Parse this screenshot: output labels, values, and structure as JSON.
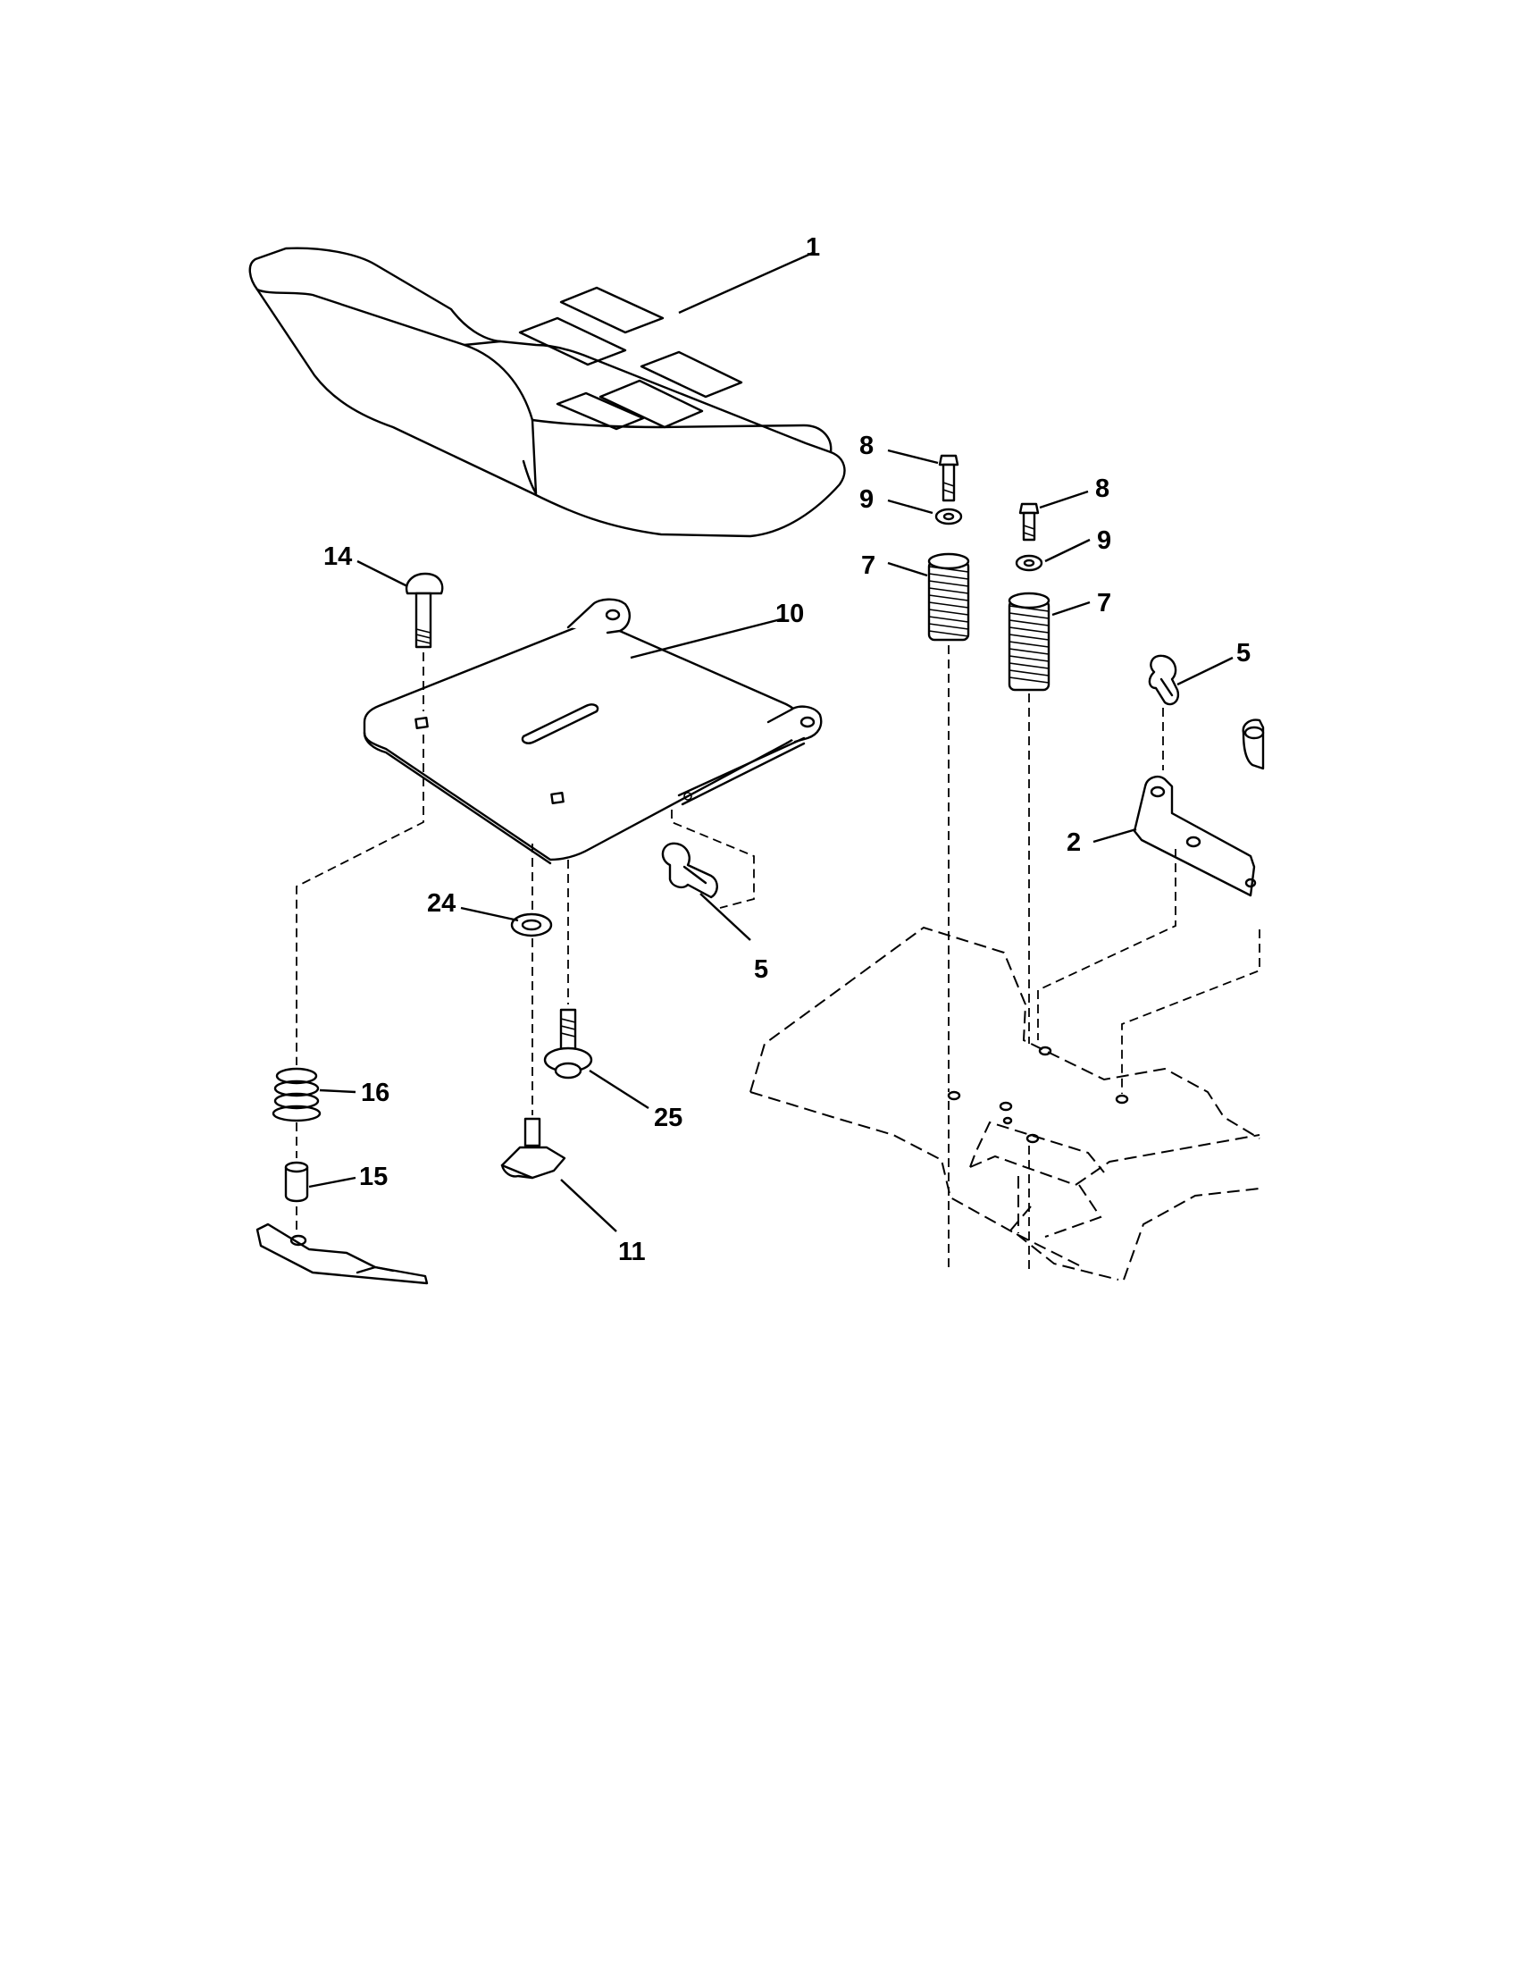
{
  "diagram": {
    "callouts": [
      {
        "id": "c-1",
        "text": "1"
      },
      {
        "id": "c-10",
        "text": "10"
      },
      {
        "id": "c-14",
        "text": "14"
      },
      {
        "id": "c-24",
        "text": "24"
      },
      {
        "id": "c-25",
        "text": "25"
      },
      {
        "id": "c-5a",
        "text": "5"
      },
      {
        "id": "c-16",
        "text": "16"
      },
      {
        "id": "c-15",
        "text": "15"
      },
      {
        "id": "c-11",
        "text": "11"
      },
      {
        "id": "c-8a",
        "text": "8"
      },
      {
        "id": "c-9a",
        "text": "9"
      },
      {
        "id": "c-7a",
        "text": "7"
      },
      {
        "id": "c-8b",
        "text": "8"
      },
      {
        "id": "c-9b",
        "text": "9"
      },
      {
        "id": "c-7b",
        "text": "7"
      },
      {
        "id": "c-5b",
        "text": "5"
      },
      {
        "id": "c-2",
        "text": "2"
      }
    ]
  }
}
